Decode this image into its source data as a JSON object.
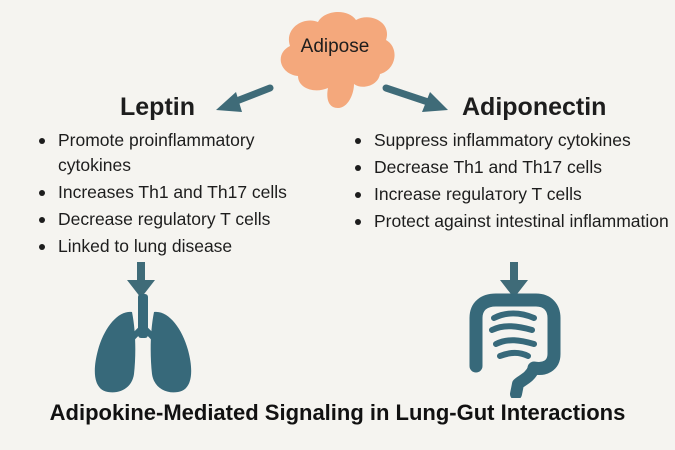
{
  "source": {
    "label": "Adipose"
  },
  "left": {
    "title": "Leptin",
    "items": [
      "Promote proinflammatory cytokines",
      "Increases Th1 and Th17 cells",
      "Decrease regulatory T cells",
      "Linked to lung disease"
    ],
    "target_icon": "lungs-icon"
  },
  "right": {
    "title": "Adiponectin",
    "items": [
      "Suppress inflammatory cytokines",
      "Decrease Th1 and Th17 cells",
      "Increase regulaтory T cells",
      "Protect against intestinal inflammation"
    ],
    "target_icon": "intestine-icon"
  },
  "caption": "Adipokine-Mediated Signaling in Lung-Gut Interactions",
  "colors": {
    "adipose": "#f4a87c",
    "arrow": "#3f6b78",
    "organ": "#37697a",
    "background": "#f5f4f0"
  }
}
